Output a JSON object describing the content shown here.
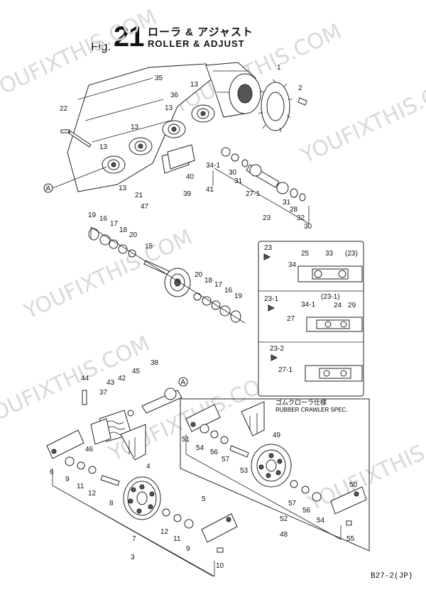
{
  "header": {
    "fig_label": "Fig.",
    "fig_number": "21",
    "title_jp": "ローラ & アジャスト",
    "title_en": "ROLLER & ADJUST"
  },
  "footer": {
    "page_ref": "B27-2(JP)"
  },
  "watermarks": [
    "YOUFIXTHIS.COM",
    "YOUFIXTHIS.COM",
    "YOUFIXTHIS.COM",
    "YOUFIXTHIS.COM",
    "YOUFIXTHIS.COM",
    "YOUFIXTHIS.COM",
    "YOUFIXTHIS.COM"
  ],
  "inset": {
    "panel_a_label": "23",
    "panel_a_ref": "(23)",
    "panel_b_label": "23-1",
    "panel_b_ref": "(23-1)",
    "panel_c_label": "23-2"
  },
  "rubber_spec": {
    "label_jp": "ゴムクローラ仕様",
    "label_en": "RUBBER CRAWLER SPEC."
  },
  "marker": "A",
  "callouts_upper": [
    "1",
    "2",
    "35",
    "36",
    "13",
    "13",
    "13",
    "13",
    "13",
    "22",
    "34-1",
    "30",
    "31",
    "27-1",
    "31",
    "28",
    "32",
    "30",
    "23",
    "40",
    "41",
    "39",
    "21",
    "47",
    "19",
    "16",
    "17",
    "18",
    "20",
    "15",
    "20",
    "18",
    "17",
    "16",
    "19"
  ],
  "callouts_inset": [
    "25",
    "33",
    "34",
    "34-1",
    "24",
    "29",
    "27",
    "27-1"
  ],
  "callouts_lower": [
    "44",
    "43",
    "42",
    "45",
    "38",
    "37",
    "46",
    "6",
    "9",
    "11",
    "12",
    "8",
    "4",
    "7",
    "3",
    "12",
    "11",
    "9",
    "5",
    "10",
    "51",
    "54",
    "56",
    "57",
    "53",
    "49",
    "50",
    "57",
    "56",
    "54",
    "52",
    "48",
    "55"
  ]
}
